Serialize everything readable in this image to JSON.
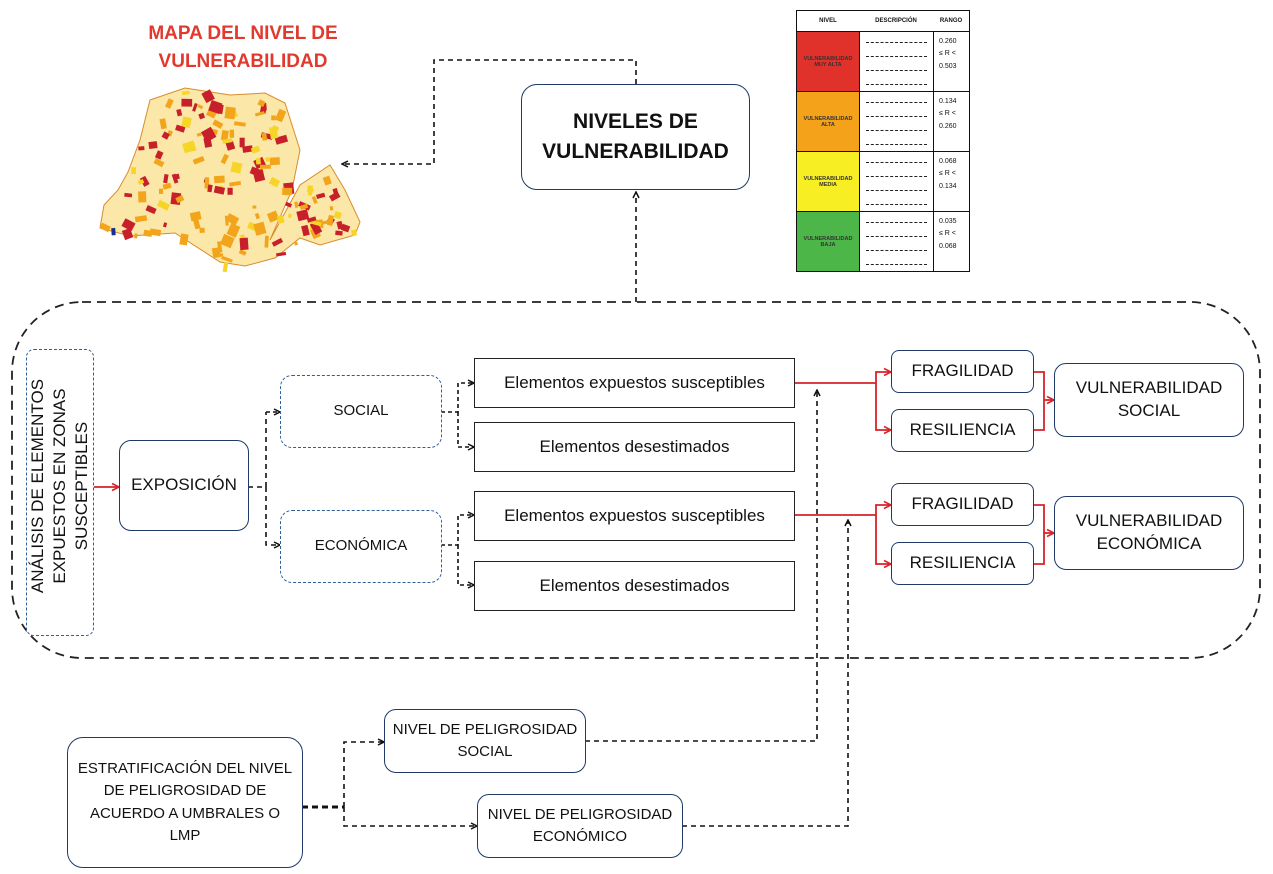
{
  "map": {
    "title_line1": "MAPA DEL NIVEL DE",
    "title_line2": "VULNERABILIDAD",
    "colors": [
      "#c8202a",
      "#f2a51a",
      "#f7d528",
      "#1a2f8a"
    ]
  },
  "niveles_box": {
    "line1": "NIVELES DE",
    "line2": "VULNERABILIDAD"
  },
  "legend": {
    "headers": [
      "NIVEL",
      "DESCRIPCIÓN",
      "RANGO"
    ],
    "rows": [
      {
        "level": "VULNERABILIDAD MUY ALTA",
        "color": "#e0312b",
        "range_lines": [
          "0.260",
          "≤ R <",
          "0.503"
        ]
      },
      {
        "level": "VULNERABILIDAD ALTA",
        "color": "#f5a21b",
        "range_lines": [
          "0.134",
          "≤ R <",
          "0.260"
        ]
      },
      {
        "level": "VULNERABILIDAD MEDIA",
        "color": "#f7ee23",
        "range_lines": [
          "0.068",
          "≤ R <",
          "0.134"
        ]
      },
      {
        "level": "VULNERABILIDAD BAJA",
        "color": "#4db648",
        "range_lines": [
          "0.035",
          "≤ R <",
          "0.068"
        ]
      }
    ]
  },
  "analysis": {
    "vertical_label_line1": "ANÁLISIS DE ELEMENTOS",
    "vertical_label_line2": "EXPUESTOS EN ZONAS",
    "vertical_label_line3": "SUSCEPTIBLES",
    "exposicion": "EXPOSICIÓN",
    "social": "SOCIAL",
    "economica": "ECONÓMICA",
    "elem_susceptibles_social": "Elementos expuestos susceptibles",
    "elem_desestimados_social": "Elementos desestimados",
    "elem_susceptibles_econ": "Elementos expuestos susceptibles",
    "elem_desestimados_econ": "Elementos desestimados",
    "fragilidad_social": "FRAGILIDAD",
    "resiliencia_social": "RESILIENCIA",
    "fragilidad_econ": "FRAGILIDAD",
    "resiliencia_econ": "RESILIENCIA",
    "vuln_social_line1": "VULNERABILIDAD",
    "vuln_social_line2": "SOCIAL",
    "vuln_econ_line1": "VULNERABILIDAD",
    "vuln_econ_line2": "ECONÓMICA"
  },
  "bottom": {
    "estratificacion_lines": [
      "ESTRATIFICACIÓN DEL NIVEL",
      "DE PELIGROSIDAD DE",
      "ACUERDO A UMBRALES O",
      "LMP"
    ],
    "peligro_social_line1": "NIVEL DE PELIGROSIDAD",
    "peligro_social_line2": "SOCIAL",
    "peligro_econ_line1": "NIVEL DE PELIGROSIDAD",
    "peligro_econ_line2": "ECONÓMICO"
  },
  "colors": {
    "arrow_red": "#d8232a",
    "box_border": "#1f3a66",
    "dash": "#111111"
  }
}
